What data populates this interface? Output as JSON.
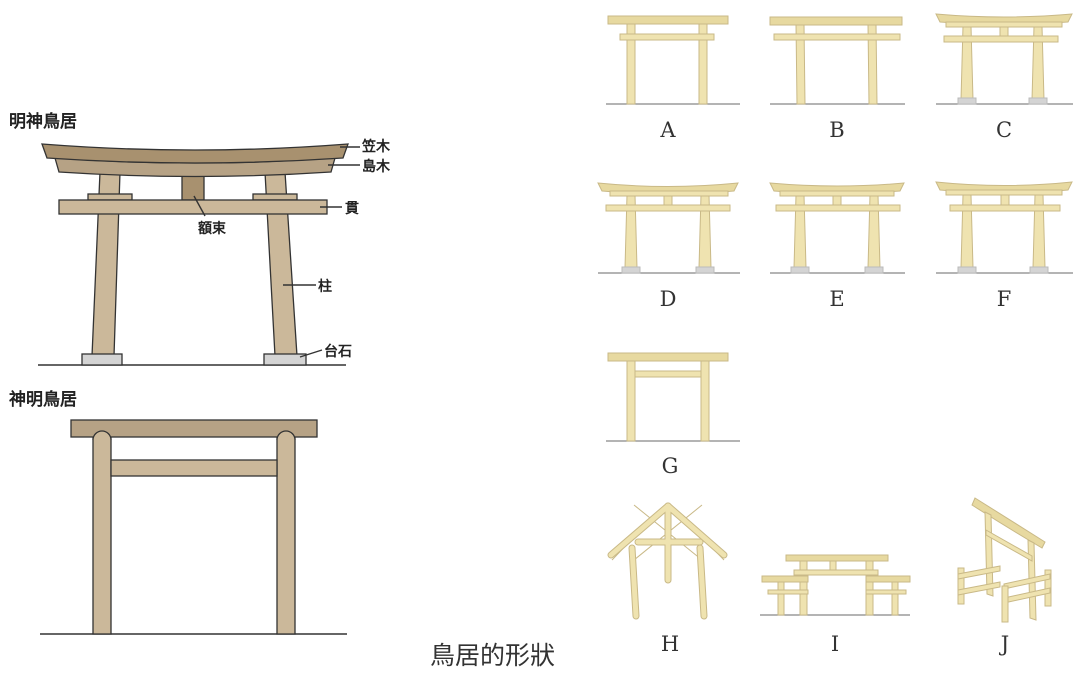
{
  "myojin": {
    "title": "明神鳥居",
    "parts": {
      "kasagi": "笠木",
      "shimaki": "島木",
      "nuki": "貫",
      "gakuzuka": "額束",
      "hashira": "柱",
      "daiishi": "台石"
    }
  },
  "shinmei": {
    "title": "神明鳥居"
  },
  "variants": [
    "A",
    "B",
    "C",
    "D",
    "E",
    "F",
    "G",
    "H",
    "I",
    "J"
  ],
  "caption": "鳥居的形狀",
  "colors": {
    "wood_dark": "#b6a285",
    "wood_mid": "#cbb89a",
    "wood_light": "#efe3b0",
    "stone": "#d4d4d4",
    "outline": "#333333"
  }
}
